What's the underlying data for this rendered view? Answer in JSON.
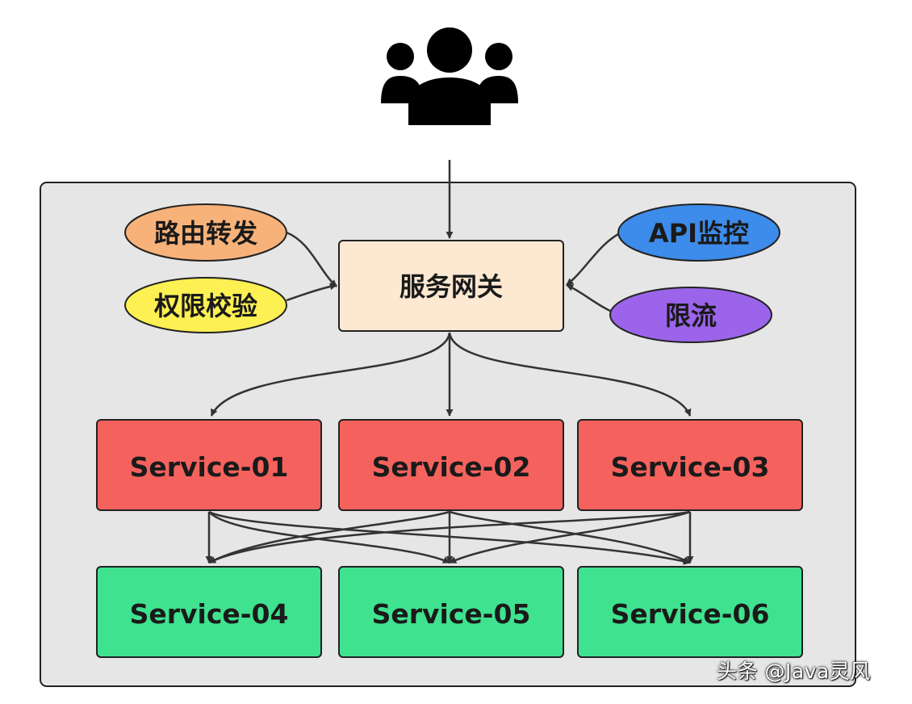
{
  "diagram": {
    "users_icon": "users-group-icon",
    "gateway": {
      "label": "服务网关",
      "color": "#FDE8D2"
    },
    "features": {
      "routing": {
        "label": "路由转发",
        "color": "#F7B27A"
      },
      "auth": {
        "label": "权限校验",
        "color": "#FDF053"
      },
      "api_monitor": {
        "label": "API监控",
        "color": "#3D8BEA"
      },
      "rate_limit": {
        "label": "限流",
        "color": "#9B64EA"
      }
    },
    "services_upper": [
      {
        "label": "Service-01",
        "color": "#F5625D"
      },
      {
        "label": "Service-02",
        "color": "#F5625D"
      },
      {
        "label": "Service-03",
        "color": "#F5625D"
      }
    ],
    "services_lower": [
      {
        "label": "Service-04",
        "color": "#3FE28F"
      },
      {
        "label": "Service-05",
        "color": "#3FE28F"
      },
      {
        "label": "Service-06",
        "color": "#3FE28F"
      }
    ],
    "container_color": "#E6E6E6"
  },
  "watermark": {
    "text": "头条 @Java灵风"
  }
}
